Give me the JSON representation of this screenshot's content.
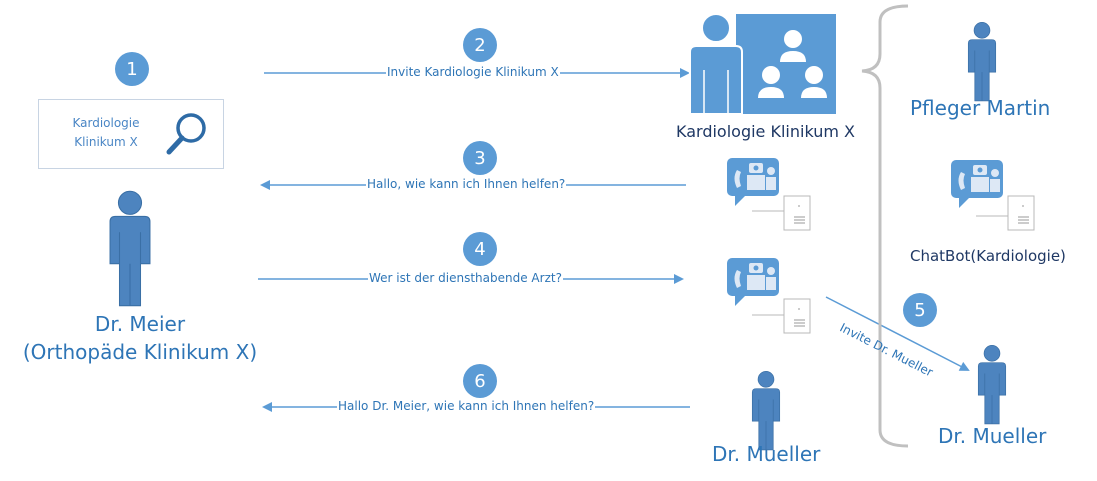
{
  "steps": [
    "1",
    "2",
    "3",
    "4",
    "5",
    "6"
  ],
  "search_box": {
    "line1": "Kardiologie",
    "line2": "Klinikum X"
  },
  "messages": {
    "m2": "Invite Kardiologie Klinikum X",
    "m3": "Hallo, wie kann ich Ihnen helfen?",
    "m4": "Wer ist der diensthabende Arzt?",
    "m5": "Invite Dr. Mueller",
    "m6": "Hallo Dr. Meier, wie kann ich Ihnen helfen?"
  },
  "actors": {
    "caller_name": "Dr. Meier",
    "caller_role": "(Orthopäde Klinikum X)",
    "group": "Kardiologie Klinikum X",
    "member1": "Pfleger Martin",
    "member2": "ChatBot(Kardiologie)",
    "member3": "Dr. Mueller",
    "joined": "Dr. Mueller"
  },
  "colors": {
    "accent": "#5b9bd5",
    "arrow": "#5b9bd5",
    "text_blue": "#2e75b6",
    "text_dark": "#1f3864",
    "brace": "#c0c0c0"
  },
  "icons": [
    "person-icon",
    "group-icon",
    "chatbot-icon",
    "document-icon",
    "search-icon"
  ]
}
